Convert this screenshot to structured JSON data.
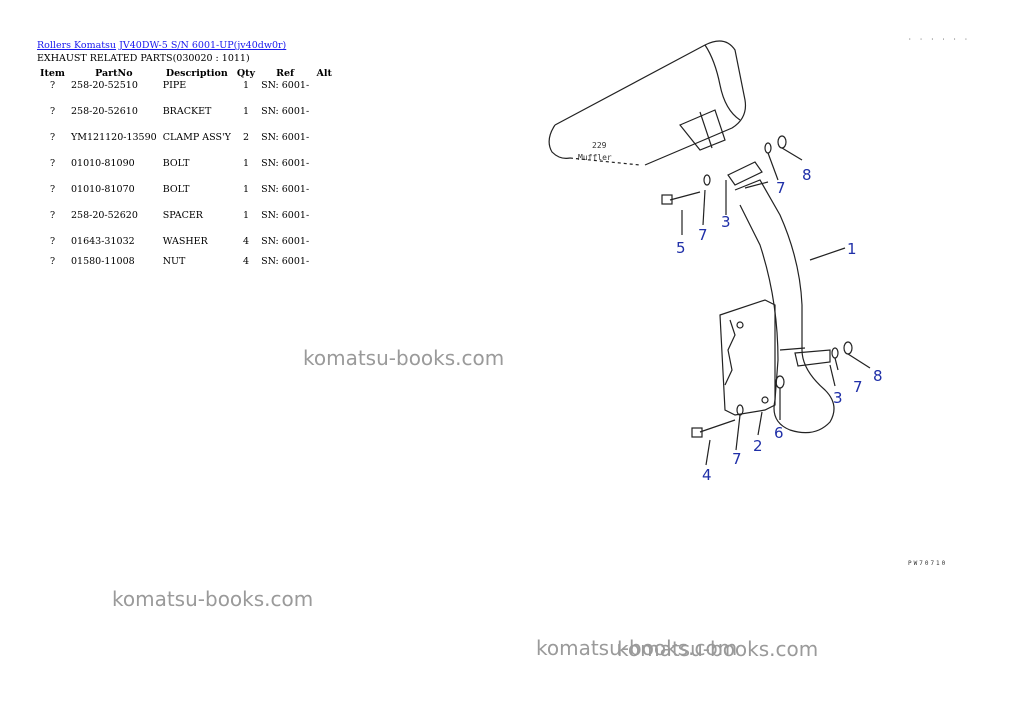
{
  "breadcrumb": {
    "link1": "Rollers Komatsu",
    "link2": "JV40DW-5 S/N 6001-UP(jv40dw0r)"
  },
  "subtitle": "EXHAUST RELATED PARTS(030020 : 1011)",
  "table": {
    "headers": [
      "Item",
      "PartNo",
      "Description",
      "Qty",
      "Ref",
      "Alt"
    ],
    "rows": [
      {
        "item": "?",
        "part_no": "258-20-52510",
        "description": "PIPE",
        "qty": "1",
        "ref": "SN: 6001-",
        "alt": ""
      },
      {
        "item": "?",
        "part_no": "258-20-52610",
        "description": "BRACKET",
        "qty": "1",
        "ref": "SN: 6001-",
        "alt": ""
      },
      {
        "item": "?",
        "part_no": "YM121120-13590",
        "description": "CLAMP ASS'Y",
        "qty": "2",
        "ref": "SN: 6001-",
        "alt": ""
      },
      {
        "item": "?",
        "part_no": "01010-81090",
        "description": "BOLT",
        "qty": "1",
        "ref": "SN: 6001-",
        "alt": ""
      },
      {
        "item": "?",
        "part_no": "01010-81070",
        "description": "BOLT",
        "qty": "1",
        "ref": "SN: 6001-",
        "alt": ""
      },
      {
        "item": "?",
        "part_no": "258-20-52620",
        "description": "SPACER",
        "qty": "1",
        "ref": "SN: 6001-",
        "alt": ""
      },
      {
        "item": "?",
        "part_no": "01643-31032",
        "description": "WASHER",
        "qty": "4",
        "ref": "SN: 6001-",
        "alt": ""
      },
      {
        "item": "?",
        "part_no": "01580-11008",
        "description": "NUT",
        "qty": "4",
        "ref": "SN: 6001-",
        "alt": ""
      }
    ]
  },
  "watermarks": {
    "w1": "komatsu-books.com",
    "w2": "komatsu-books.com",
    "w3": "komatsu-books.com",
    "w4": "komatsu-books.com"
  },
  "drawing": {
    "muffler_label": "Muffler",
    "muffler_num": "229",
    "callouts": {
      "c1": "1",
      "c2": "2",
      "c3a": "3",
      "c3b": "3",
      "c4": "4",
      "c5": "5",
      "c6": "6",
      "c7a": "7",
      "c7b": "7",
      "c7c": "7",
      "c7d": "7",
      "c8a": "8",
      "c8b": "8"
    },
    "fig_code_bottom": "PW70710",
    "fig_code_top": "· · · · · ·",
    "callout_color": "#1f2fa8"
  }
}
